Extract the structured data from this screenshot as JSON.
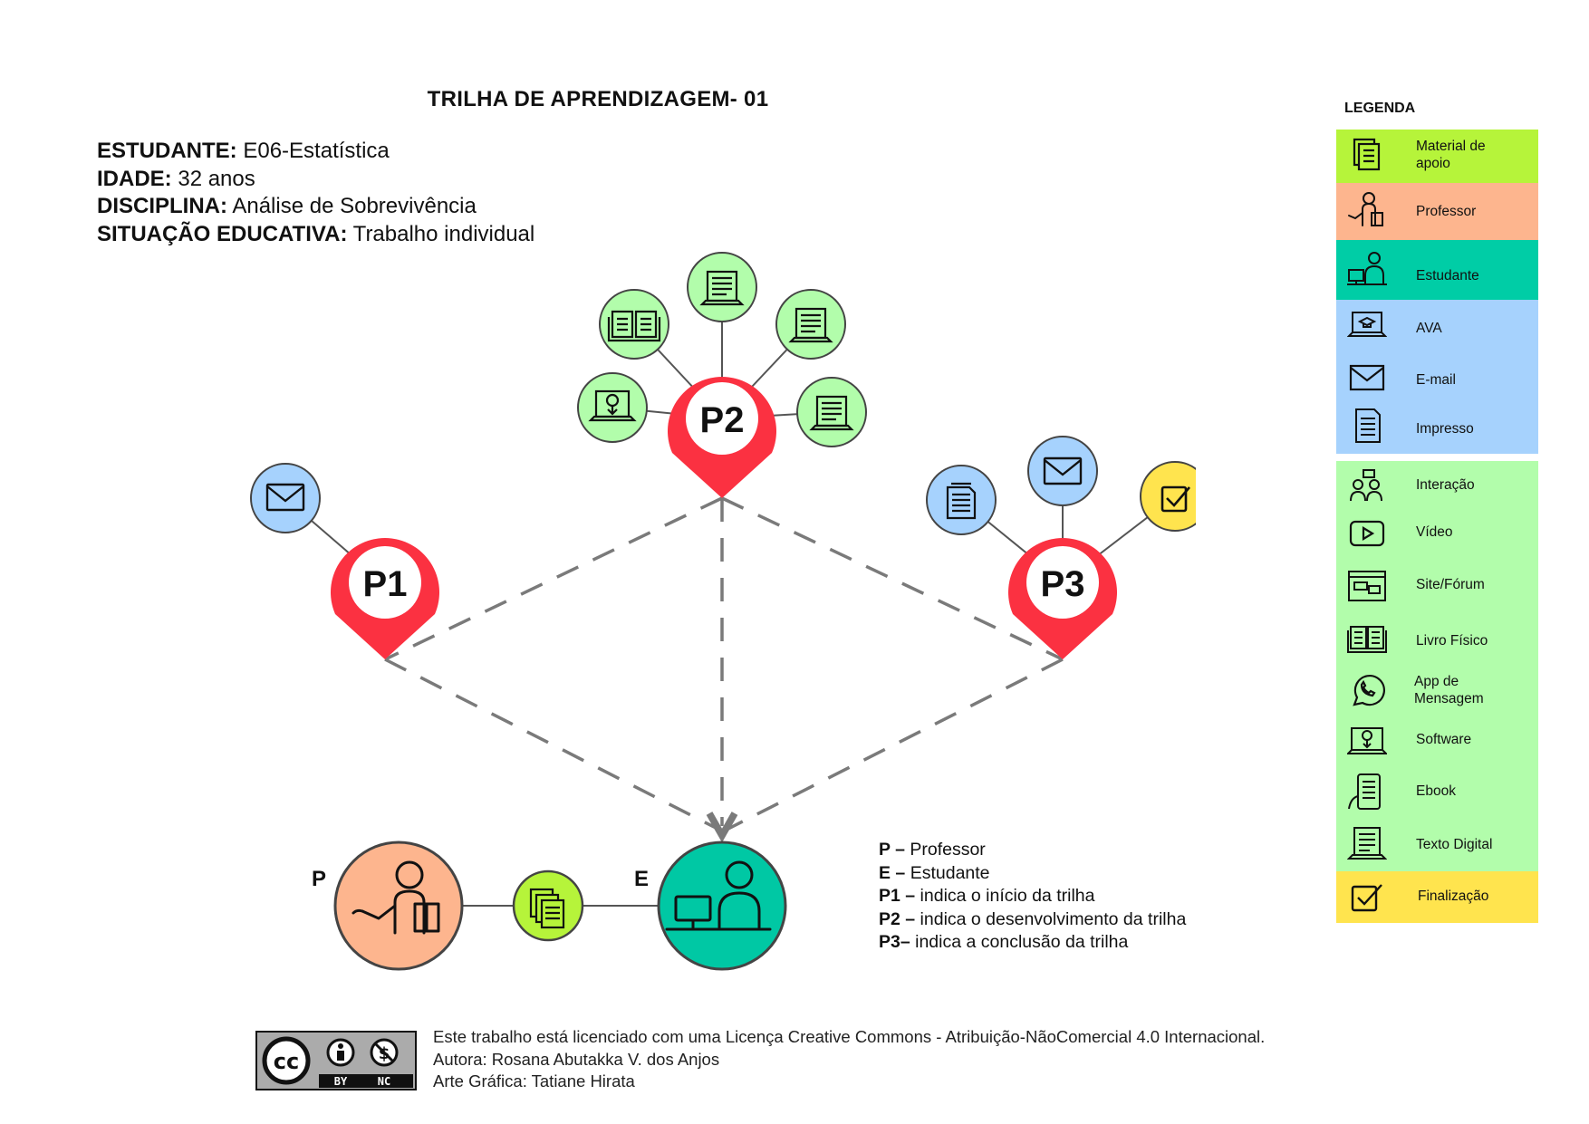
{
  "title": "TRILHA DE APRENDIZAGEM- 01",
  "info": [
    {
      "label": "ESTUDANTE:",
      "value": "E06-Estatística"
    },
    {
      "label": "IDADE:",
      "value": "32 anos"
    },
    {
      "label": "DISCIPLINA:",
      "value": "Análise de Sobrevivência"
    },
    {
      "label": "SITUAÇÃO EDUCATIVA:",
      "value": "Trabalho individual"
    }
  ],
  "pins": {
    "p1": "P1",
    "p2": "P2",
    "p3": "P3"
  },
  "nodes": {
    "professor_letter": "P",
    "estudante_letter": "E"
  },
  "legend": {
    "title": "LEGENDA",
    "items": [
      {
        "label": "Material de apoio",
        "icon": "documents-icon",
        "color": "#b6f43a"
      },
      {
        "label": "Professor",
        "icon": "professor-icon",
        "color": "#fdb58e"
      },
      {
        "label": "Estudante",
        "icon": "student-computer-icon",
        "color": "#00cda6"
      },
      {
        "label": "AVA",
        "icon": "laptop-graduation-icon",
        "color": "#a6d2fd"
      },
      {
        "label": "E-mail",
        "icon": "envelope-icon",
        "color": "#a6d2fd"
      },
      {
        "label": "Impresso",
        "icon": "printed-document-icon",
        "color": "#a6d2fd"
      },
      {
        "label": "Interação",
        "icon": "people-chat-icon",
        "color": "#b2fdab"
      },
      {
        "label": "Vídeo",
        "icon": "video-play-icon",
        "color": "#b2fdab"
      },
      {
        "label": "Site/Fórum",
        "icon": "browser-forum-icon",
        "color": "#b2fdab"
      },
      {
        "label": "Livro Físico",
        "icon": "open-book-icon",
        "color": "#b2fdab"
      },
      {
        "label": "App de Mensagem",
        "icon": "whatsapp-icon",
        "color": "#b2fdab"
      },
      {
        "label": "Software",
        "icon": "software-download-icon",
        "color": "#b2fdab"
      },
      {
        "label": "Ebook",
        "icon": "ebook-tablet-icon",
        "color": "#b2fdab"
      },
      {
        "label": "Texto Digital",
        "icon": "digital-text-laptop-icon",
        "color": "#b2fdab"
      },
      {
        "label": "Finalização",
        "icon": "checkbox-icon",
        "color": "#ffe44e"
      }
    ]
  },
  "notes": [
    {
      "key": "P –",
      "text": "Professor"
    },
    {
      "key": "E –",
      "text": "Estudante"
    },
    {
      "key": "P1 –",
      "text": "indica o início da trilha"
    },
    {
      "key": "P2 –",
      "text": "indica o desenvolvimento da trilha"
    },
    {
      "key": "P3–",
      "text": "indica a conclusão da trilha"
    }
  ],
  "credits": {
    "license": "Este trabalho está licenciado com uma Licença Creative Commons - Atribuição-NãoComercial 4.0 Internacional.",
    "author": "Autora: Rosana Abutakka V. dos Anjos",
    "art": "Arte Gráfica: Tatiane Hirata"
  },
  "badge": {
    "cc": "cc",
    "by": "BY",
    "nc": "NC"
  },
  "colors": {
    "pin": "#fb3141",
    "material": "#b6f43a",
    "professor": "#fdb58e",
    "estudante": "#00c8a4",
    "blue": "#a6d2fd",
    "green": "#b2fdab",
    "yellow": "#ffe44e",
    "dash": "#7a7a7a"
  }
}
